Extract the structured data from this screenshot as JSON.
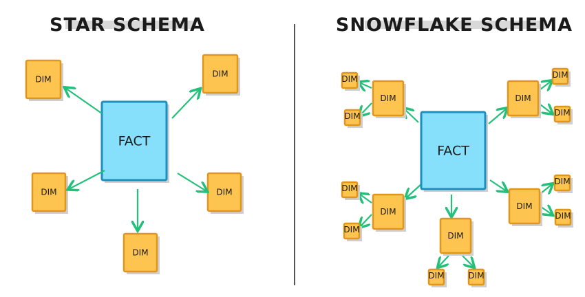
{
  "star": {
    "title": "STAR SCHEMA",
    "fact_label": "FACT",
    "dim_label": "DIM"
  },
  "snowflake": {
    "title": "SNOWFLAKE SCHEMA",
    "fact_label": "FACT",
    "dim_label": "DIM"
  },
  "colors": {
    "fact_fill": "#86e0fb",
    "fact_stroke": "#1c8fbf",
    "dim_fill": "#fdc44f",
    "dim_stroke": "#e0961a",
    "arrow": "#22c07a",
    "divider": "#555555",
    "title_highlight": "#d9d9d9"
  }
}
